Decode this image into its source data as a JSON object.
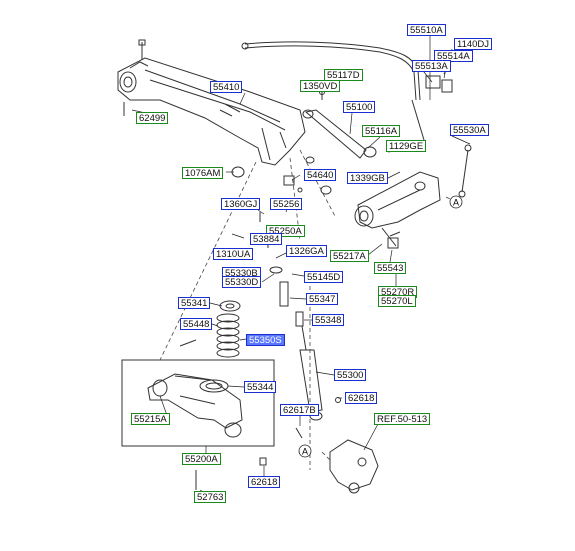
{
  "labels": {
    "p55510A": "55510A",
    "p1140DJ": "1140DJ",
    "p55514A": "55514A",
    "p55513A": "55513A",
    "p55117D": "55117D",
    "p1350VD": "1350VD",
    "p55410": "55410",
    "p55100": "55100",
    "p55116A": "55116A",
    "p55530A": "55530A",
    "p62499": "62499",
    "p1129GE": "1129GE",
    "p1076AM": "1076AM",
    "p54640": "54640",
    "p1339GB": "1339GB",
    "p1360GJ": "1360GJ",
    "p55256": "55256",
    "p55250A": "55250A",
    "p53884": "53884",
    "p1310UA": "1310UA",
    "p1326GA": "1326GA",
    "p55217A": "55217A",
    "p55543": "55543",
    "p55330B": "55330B",
    "p55330D": "55330D",
    "p55145D": "55145D",
    "p55270R": "55270R",
    "p55270L": "55270L",
    "p55341": "55341",
    "p55347": "55347",
    "p55348": "55348",
    "p55448": "55448",
    "p55350S": "55350S",
    "p55300": "55300",
    "p55344": "55344",
    "p62617B": "62617B",
    "p62618a": "62618",
    "p55215A": "55215A",
    "p55200A": "55200A",
    "p62618b": "62618",
    "p52763": "52763",
    "ref": "REF.50-513",
    "circleA1": "A",
    "circleA2": "A"
  },
  "colors": {
    "blue_border": "#1a2fd0",
    "green_border": "#1a8a1a",
    "highlight_fill": "#5a78ff",
    "line": "#333333"
  }
}
